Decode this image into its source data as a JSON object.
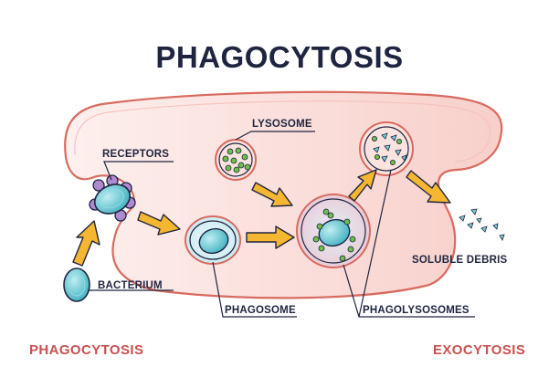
{
  "title": "PHAGOCYTOSIS",
  "labels": {
    "receptors": "RECEPTORS",
    "lysosome": "LYSOSOME",
    "bacterium": "BACTERIUM",
    "phagosome": "PHAGOSOME",
    "phagolysosomes": "PHAGOLYSOSOMES",
    "soluble_debris": "SOLUBLE DEBRIS"
  },
  "footer": {
    "left": "PHAGOCYTOSIS",
    "right": "EXOCYTOSIS"
  },
  "colors": {
    "title": "#1f2540",
    "footer_accent": "#c8514f",
    "cell_outline": "#d96a5f",
    "cell_fill": "#fbe3df",
    "arrow": "#f5b731",
    "bacterium": "#5ec4cf",
    "receptor": "#b08ad0",
    "granule": "#6cbf4a"
  }
}
